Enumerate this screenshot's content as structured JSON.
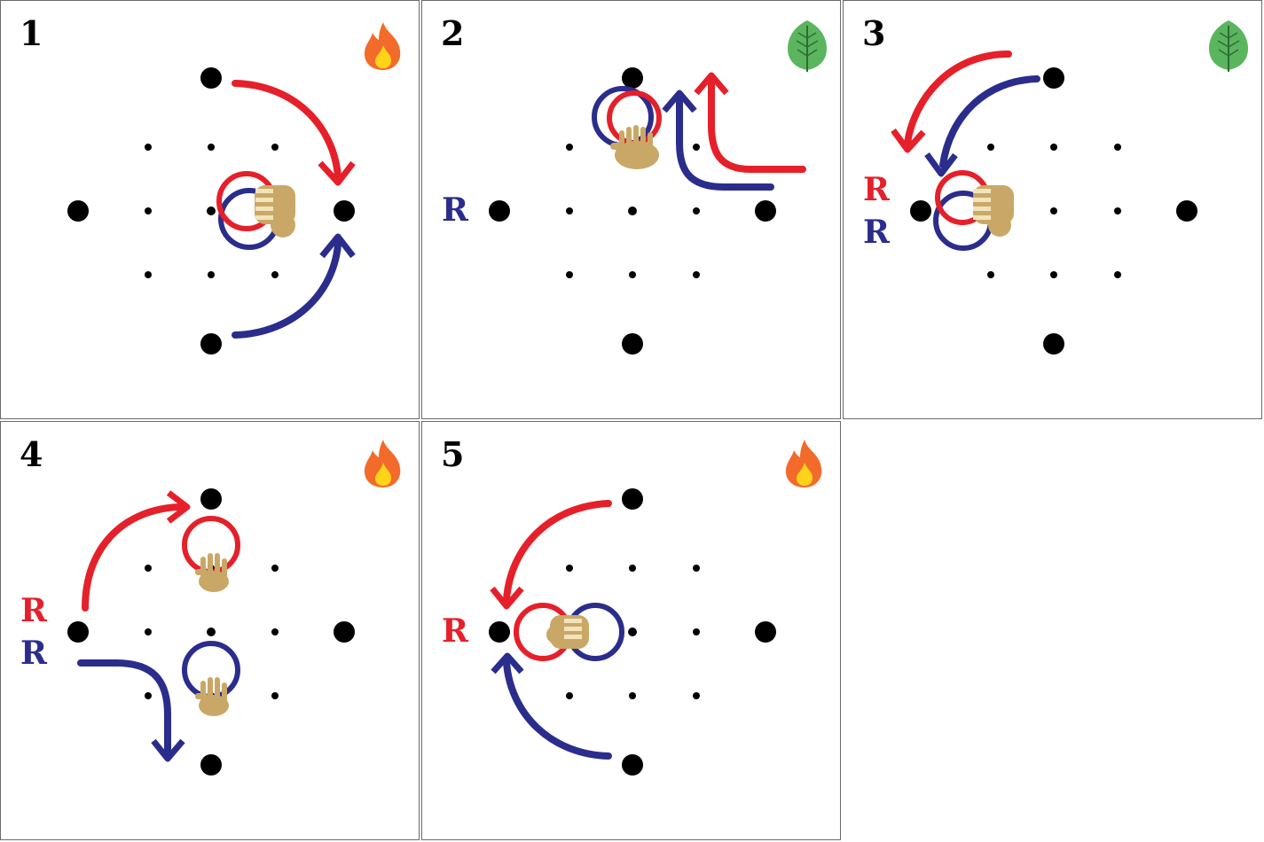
{
  "colors": {
    "red": "#e5202a",
    "blue": "#2b2d8c",
    "hand": "#c9a867",
    "fire": "#f26b2a",
    "leaf": "#5bb55e"
  },
  "panels": [
    {
      "number": "1",
      "icon": "fire-icon",
      "hand": "fist",
      "labels": []
    },
    {
      "number": "2",
      "icon": "leaf-icon",
      "hand": "open-hands",
      "labels": [
        "R"
      ]
    },
    {
      "number": "3",
      "icon": "leaf-icon",
      "hand": "fist",
      "labels": [
        "R",
        "R"
      ]
    },
    {
      "number": "4",
      "icon": "fire-icon",
      "hand": "open-hands",
      "labels": [
        "R",
        "R"
      ]
    },
    {
      "number": "5",
      "icon": "fire-icon",
      "hand": "fist",
      "labels": [
        "R"
      ]
    }
  ]
}
